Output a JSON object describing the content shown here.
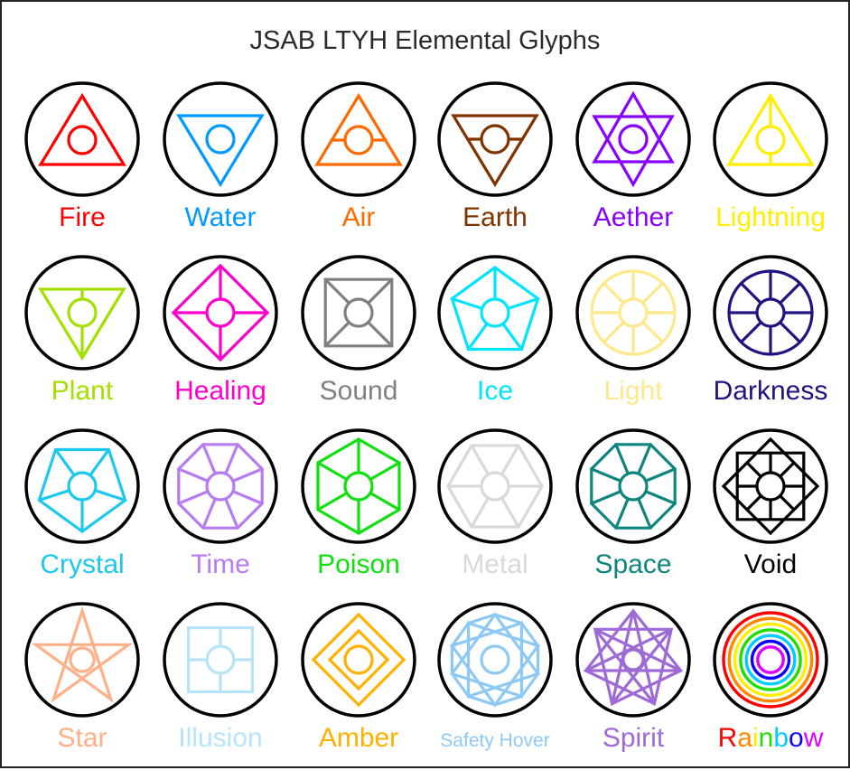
{
  "title": "JSAB LTYH Elemental Glyphs",
  "glyphs": [
    {
      "id": "fire",
      "label": "Fire",
      "color": "#ff0000",
      "shape": "triangle-up-circle"
    },
    {
      "id": "water",
      "label": "Water",
      "color": "#0099ff",
      "shape": "triangle-down-circle"
    },
    {
      "id": "air",
      "label": "Air",
      "color": "#ff6a00",
      "shape": "triangle-up-circle-bar"
    },
    {
      "id": "earth",
      "label": "Earth",
      "color": "#7f3300",
      "shape": "triangle-down-circle-bar"
    },
    {
      "id": "aether",
      "label": "Aether",
      "color": "#8800ff",
      "shape": "hexagram-circle"
    },
    {
      "id": "lightning",
      "label": "Lightning",
      "color": "#ffee00",
      "shape": "triangle-up-circle-vline"
    },
    {
      "id": "plant",
      "label": "Plant",
      "color": "#a3e000",
      "shape": "triangle-down-circle-vline"
    },
    {
      "id": "healing",
      "label": "Healing",
      "color": "#ff00cc",
      "shape": "diamond-circle-cross"
    },
    {
      "id": "sound",
      "label": "Sound",
      "color": "#808080",
      "shape": "square-circle-diagonals"
    },
    {
      "id": "ice",
      "label": "Ice",
      "color": "#00e5ff",
      "shape": "pentagon-circle-spokes"
    },
    {
      "id": "light",
      "label": "Light",
      "color": "#ffe88a",
      "shape": "circle-circle-spokes8"
    },
    {
      "id": "darkness",
      "label": "Darkness",
      "color": "#1f1480",
      "shape": "circle-circle-spokes8"
    },
    {
      "id": "crystal",
      "label": "Crystal",
      "color": "#1cc8ee",
      "shape": "pentagon-down-circle-spokes"
    },
    {
      "id": "time",
      "label": "Time",
      "color": "#b77cf2",
      "shape": "octagon-circle-spokes"
    },
    {
      "id": "poison",
      "label": "Poison",
      "color": "#10e010",
      "shape": "hexagon-circle-spokes"
    },
    {
      "id": "metal",
      "label": "Metal",
      "color": "#d9d9d9",
      "shape": "hexagon-flat-circle-spokes"
    },
    {
      "id": "space",
      "label": "Space",
      "color": "#0f857f",
      "shape": "octagon-circle-spokes"
    },
    {
      "id": "void",
      "label": "Void",
      "color": "#000000",
      "shape": "octagram-squares-circle"
    },
    {
      "id": "star",
      "label": "Star",
      "color": "#ffb088",
      "shape": "pentagram-circle"
    },
    {
      "id": "illusion",
      "label": "Illusion",
      "color": "#b7e4f8",
      "shape": "square-circle-cross"
    },
    {
      "id": "amber",
      "label": "Amber",
      "color": "#ffb000",
      "shape": "diamond-inner-circle"
    },
    {
      "id": "safety-hover",
      "label": "Safety Hover",
      "color": "#8ec9f5",
      "shape": "decagram-circle"
    },
    {
      "id": "spirit",
      "label": "Spirit",
      "color": "#9e6ad6",
      "shape": "heptagram-circle"
    },
    {
      "id": "rainbow",
      "label": "Rainbow",
      "color": "rainbow",
      "shape": "concentric-rainbow"
    }
  ],
  "rainbow_colors": [
    "#ff0000",
    "#ff8800",
    "#ffee00",
    "#22dd00",
    "#00ccff",
    "#1100ff",
    "#dd00ff"
  ],
  "ring_color": "#000000"
}
